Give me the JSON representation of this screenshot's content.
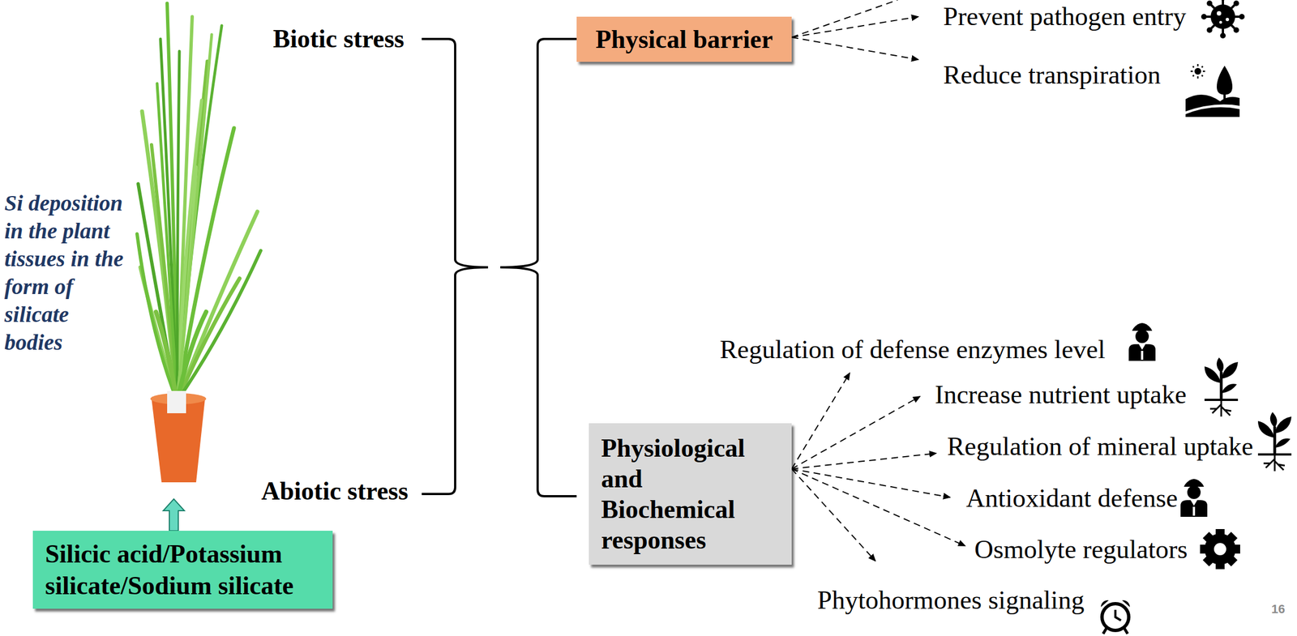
{
  "diagram": {
    "nodes": [
      {
        "text": [
          "Silicic acid/Potassium silicate/Sodium silicate"
        ]
      },
      {
        "text": [
          "Physical barrier"
        ]
      },
      {
        "text": [
          "Physiological and Biochemical responses"
        ]
      }
    ],
    "labels": [
      "Si deposition in the plant tissues in the form of silicate bodies",
      "Biotic stress",
      "Abiotic stress",
      "Prevent pathogen entry",
      "Reduce transpiration",
      "Regulation of defense enzymes level",
      "Increase nutrient uptake",
      "Regulation of mineral uptake",
      "Antioxidant defense",
      "Osmolyte regulators",
      "Phytohormones signaling",
      "16"
    ]
  }
}
